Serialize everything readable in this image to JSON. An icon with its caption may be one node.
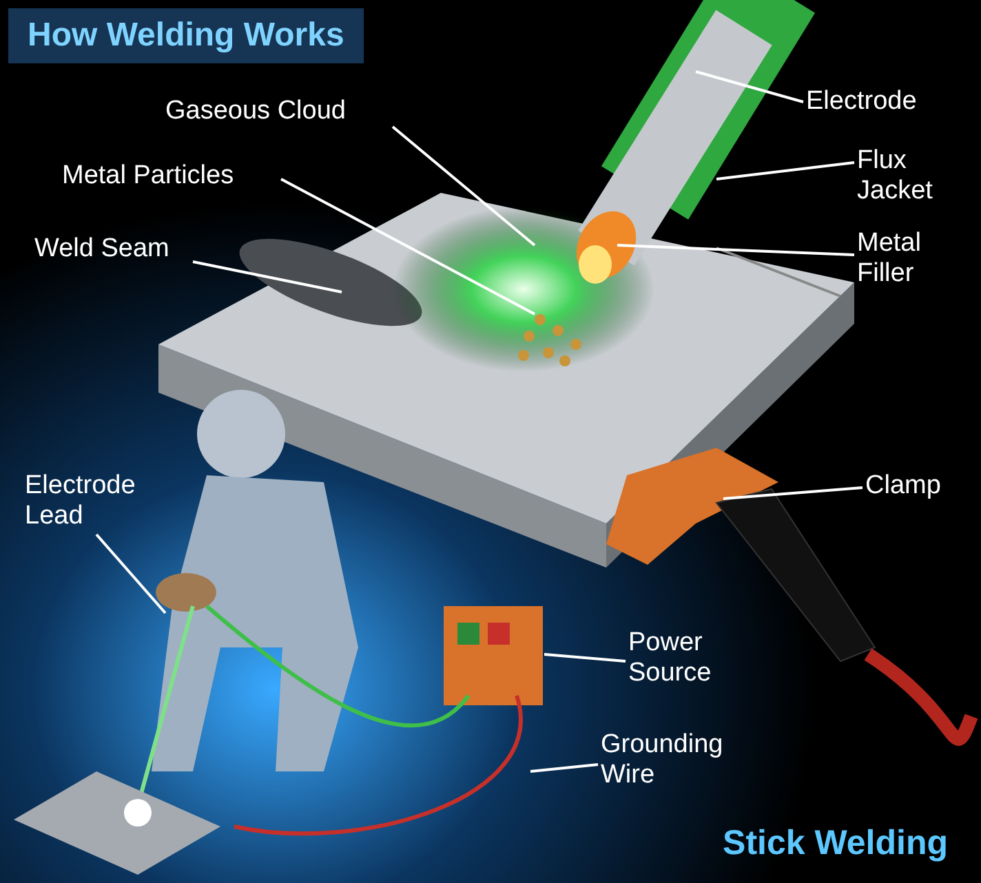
{
  "diagram": {
    "title": "How Welding Works",
    "caption": "Stick Welding",
    "nodes": [
      {
        "text": [
          "Gaseous Cloud"
        ]
      },
      {
        "text": [
          "Metal Particles"
        ]
      },
      {
        "text": [
          "Weld Seam"
        ]
      },
      {
        "text": [
          "Electrode"
        ]
      },
      {
        "text": [
          "Flux Jacket"
        ]
      },
      {
        "text": [
          "Metal Filler"
        ]
      },
      {
        "text": [
          "Clamp"
        ]
      },
      {
        "text": [
          "Electrode Lead"
        ]
      },
      {
        "text": [
          "Power Source"
        ]
      },
      {
        "text": [
          "Grounding Wire"
        ]
      }
    ],
    "edges": [
      {
        "from": 0,
        "to": null,
        "arrow": "none"
      },
      {
        "from": 1,
        "to": null,
        "arrow": "none"
      },
      {
        "from": 2,
        "to": null,
        "arrow": "none"
      },
      {
        "from": 3,
        "to": null,
        "arrow": "none"
      },
      {
        "from": 4,
        "to": null,
        "arrow": "none"
      },
      {
        "from": 5,
        "to": null,
        "arrow": "none"
      },
      {
        "from": 6,
        "to": null,
        "arrow": "none"
      },
      {
        "from": 7,
        "to": null,
        "arrow": "none"
      },
      {
        "from": 8,
        "to": null,
        "arrow": "none"
      },
      {
        "from": 9,
        "to": null,
        "arrow": "none"
      }
    ]
  }
}
